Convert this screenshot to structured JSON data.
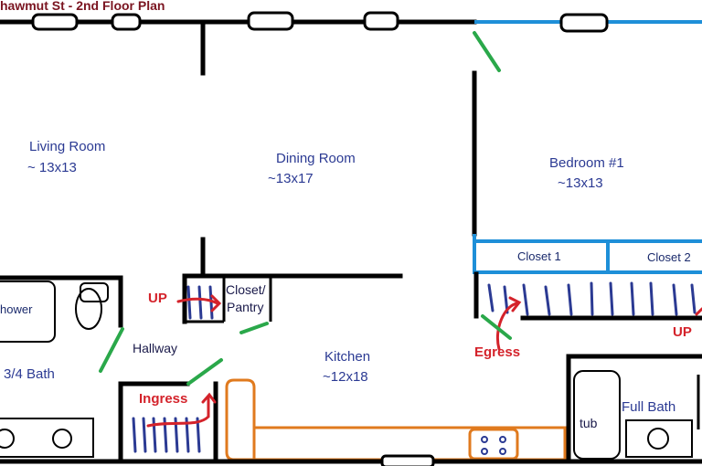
{
  "title": "hawmut St - 2nd Floor Plan",
  "rooms": {
    "living": {
      "name": "Living Room",
      "size": "~ 13x13"
    },
    "dining": {
      "name": "Dining Room",
      "size": "~13x17"
    },
    "bedroom": {
      "name": "Bedroom #1",
      "size": "~13x13"
    },
    "kitchen": {
      "name": "Kitchen",
      "size": "~12x18"
    },
    "closet_pantry": {
      "line1": "Closet/",
      "line2": "Pantry"
    },
    "closet1": "Closet 1",
    "closet2": "Closet 2",
    "hallway": "Hallway",
    "bath34": "3/4 Bath",
    "shower": "hower",
    "full_bath": "Full Bath",
    "tub": "tub"
  },
  "annotations": {
    "up_left": "UP",
    "up_right": "UP",
    "ingress": "Ingress",
    "egress": "Egress"
  },
  "colors": {
    "room_text": "#2b3a93",
    "title": "#7a1420",
    "annotation": "#d4232b",
    "door": "#2aa84a",
    "closet_wall": "#1e8fd8",
    "counter": "#e07a1e"
  }
}
